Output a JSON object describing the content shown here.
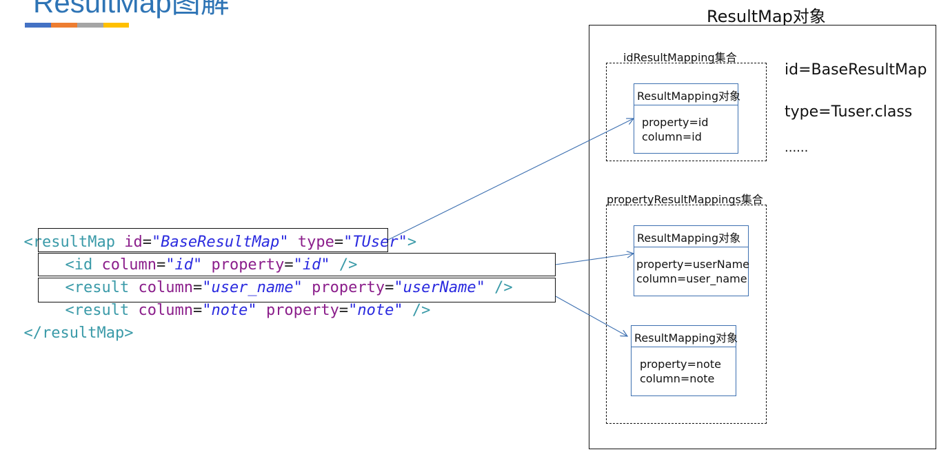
{
  "slide": {
    "title": "ResultMap图解",
    "accent_colors": [
      "#4472c4",
      "#ed7d31",
      "#a5a5a5",
      "#ffc000"
    ]
  },
  "code": {
    "line1": {
      "open": "<resultMap ",
      "attr1": "id",
      "eq1": "=",
      "val1": "\"BaseResultMap\"",
      "sp": " ",
      "attr2": "type",
      "eq2": "=",
      "val2": "\"TUser\"",
      "close": ">"
    },
    "line2": {
      "open": "<id ",
      "attr1": "column",
      "eq1": "=",
      "val1": "\"id\"",
      "sp": " ",
      "attr2": "property",
      "eq2": "=",
      "val2": "\"id\"",
      "close": " />"
    },
    "line3": {
      "open": "<result ",
      "attr1": "column",
      "eq1": "=",
      "val1": "\"user_name\"",
      "sp": " ",
      "attr2": "property",
      "eq2": "=",
      "val2": "\"userName\"",
      "close": " />"
    },
    "line4": {
      "open": "<result ",
      "attr1": "column",
      "eq1": "=",
      "val1": "\"note\"",
      "sp": " ",
      "attr2": "property",
      "eq2": "=",
      "val2": "\"note\"",
      "close": " />"
    },
    "line5": {
      "close": "</resultMap>"
    }
  },
  "panel": {
    "title": "ResultMap对象",
    "props": {
      "id": "id=BaseResultMap",
      "type": "type=Tuser.class",
      "more": "......"
    },
    "id_group": {
      "title": "idResultMapping集合",
      "object": {
        "head": "ResultMapping对象",
        "property": "property=id",
        "column": "column=id"
      }
    },
    "property_group": {
      "title": "propertyResultMappings集合",
      "objects": [
        {
          "head": "ResultMapping对象",
          "property": "property=userName",
          "column": "column=user_name"
        },
        {
          "head": "ResultMapping对象",
          "property": "property=note",
          "column": "column=note"
        }
      ]
    }
  }
}
